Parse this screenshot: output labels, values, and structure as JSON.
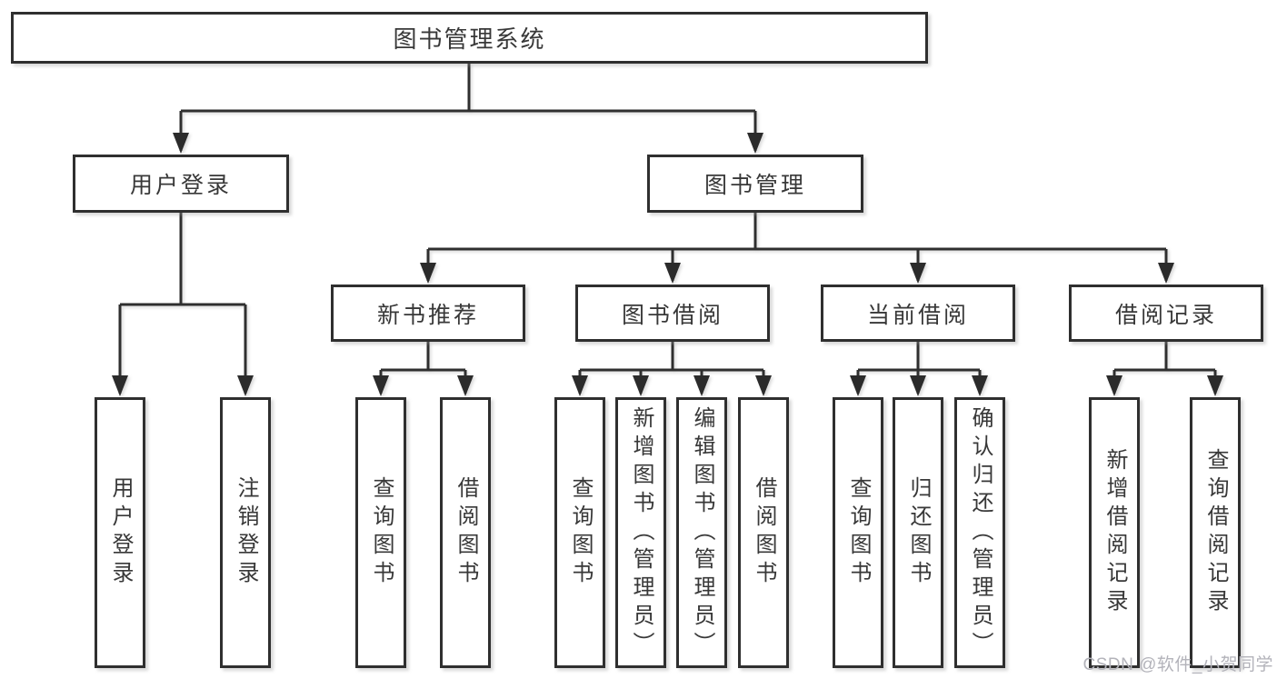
{
  "tree": {
    "root": {
      "label": "图书管理系统",
      "children": [
        {
          "label": "用户登录",
          "children": [
            {
              "label": "用户登录"
            },
            {
              "label": "注销登录"
            }
          ]
        },
        {
          "label": "图书管理",
          "children": [
            {
              "label": "新书推荐",
              "children": [
                {
                  "label": "查询图书"
                },
                {
                  "label": "借阅图书"
                }
              ]
            },
            {
              "label": "图书借阅",
              "children": [
                {
                  "label": "查询图书"
                },
                {
                  "label": "新增图书（管理员）"
                },
                {
                  "label": "编辑图书（管理员）"
                },
                {
                  "label": "借阅图书"
                }
              ]
            },
            {
              "label": "当前借阅",
              "children": [
                {
                  "label": "查询图书"
                },
                {
                  "label": "归还图书"
                },
                {
                  "label": "确认归还（管理员）"
                }
              ]
            },
            {
              "label": "借阅记录",
              "children": [
                {
                  "label": "新增借阅记录"
                },
                {
                  "label": "查询借阅记录"
                }
              ]
            }
          ]
        }
      ]
    }
  },
  "watermark": {
    "text": "CSDN @软件_小贺同学"
  },
  "colors": {
    "background": "#ffffff",
    "line": "#2f2f2f",
    "box_border": "#2f2f2f",
    "text": "#383838",
    "watermark": "#b3b3ba"
  }
}
